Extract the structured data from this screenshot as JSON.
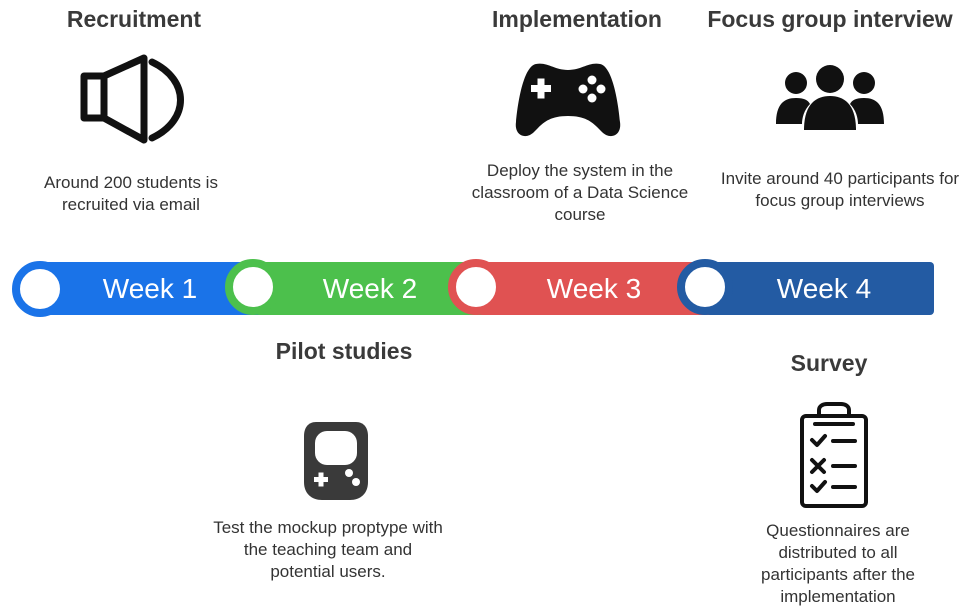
{
  "milestones": {
    "recruitment": {
      "title": "Recruitment",
      "description_lines": [
        "Around 200 students is",
        "recruited via email"
      ],
      "icon": "megaphone-icon"
    },
    "pilot": {
      "title": "Pilot studies",
      "description_lines": [
        "Test the mockup proptype with",
        "the teaching team and",
        "potential users."
      ],
      "icon": "gamepad-icon"
    },
    "implementation": {
      "title": "Implementation",
      "description_lines": [
        "Deploy the system in the",
        "classroom of a Data Science",
        "course"
      ],
      "icon": "game-controller-icon"
    },
    "focus": {
      "title": "Focus group interview",
      "description_lines": [
        "Invite around 40 participants for",
        "focus group interviews"
      ],
      "icon": "group-icon"
    },
    "survey": {
      "title": "Survey",
      "description_lines": [
        "Questionnaires are",
        "distributed to all",
        "participants after the",
        "implementation"
      ],
      "icon": "clipboard-checklist-icon"
    }
  },
  "weeks": [
    {
      "label": "Week 1",
      "color": "#1a73e8"
    },
    {
      "label": "Week 2",
      "color": "#4cc04c"
    },
    {
      "label": "Week 3",
      "color": "#e05252"
    },
    {
      "label": "Week 4",
      "color": "#235ba3"
    }
  ]
}
